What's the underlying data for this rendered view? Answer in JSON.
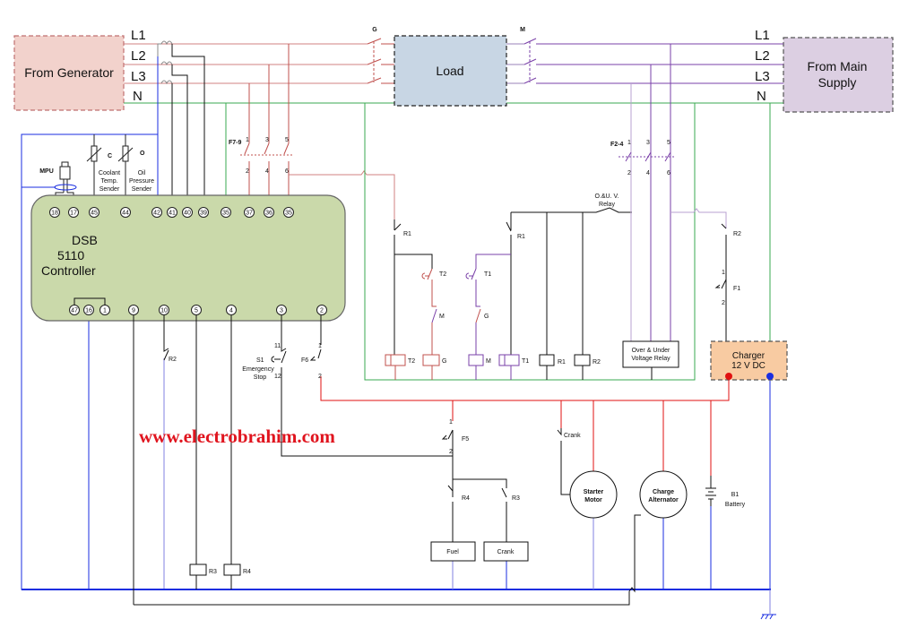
{
  "sources": {
    "generator": "From Generator",
    "main_line1": "From Main",
    "main_line2": "Supply",
    "load": "Load",
    "phases_left": [
      "L1",
      "L2",
      "L3",
      "N"
    ],
    "phases_right": [
      "L1",
      "L2",
      "L3",
      "N"
    ]
  },
  "contactors": {
    "generator": "G",
    "mains": "M"
  },
  "controller": {
    "line1": "DSB",
    "line2": "5110",
    "line3": "Controller",
    "top_terminals": [
      "18",
      "17",
      "45",
      "44",
      "42",
      "41",
      "40",
      "39",
      "35",
      "37",
      "36",
      "35"
    ],
    "bottom_terminals": [
      "47",
      "16",
      "1",
      "9",
      "10",
      "5",
      "4",
      "3",
      "2"
    ]
  },
  "sensors": {
    "mpu": "MPU",
    "coolant_symbol": "C",
    "coolant": [
      "Coolant",
      "Temp.",
      "Sender"
    ],
    "oil_symbol": "O",
    "oil": [
      "Oil",
      "Pressure",
      "Sender"
    ]
  },
  "fuses": {
    "f7_9": "F7-9",
    "f2_4": "F2-4",
    "pins_in": [
      "1",
      "3",
      "5"
    ],
    "pins_out": [
      "2",
      "4",
      "6"
    ],
    "f1": "F1",
    "f5": "F5",
    "f6": "F6",
    "pin1": "1",
    "pin2": "2"
  },
  "relay_logic": {
    "ouv_relay": [
      "O.&U. V.",
      "Relay"
    ],
    "contacts": [
      "R1",
      "T2",
      "M",
      "R1",
      "T1",
      "G",
      "R2"
    ],
    "coils": [
      "T2",
      "G",
      "M",
      "T1",
      "R1",
      "R2"
    ],
    "ouv_box": [
      "Over & Under",
      "Voltage Relay"
    ],
    "charger": [
      "Charger",
      "12 V DC"
    ]
  },
  "engine_control": {
    "r2_contact": "R2",
    "s1": "S1",
    "emergency": [
      "Emergency",
      "Stop"
    ],
    "s1_pins": [
      "11",
      "12"
    ],
    "r4_contact": "R4",
    "r3_contact": "R3",
    "fuel": "Fuel",
    "crank_box": "Crank",
    "r3_coil": "R3",
    "r4_coil": "R4",
    "crank_contact": "Crank",
    "starter": [
      "Starter",
      "Motor"
    ],
    "alternator": [
      "Charge",
      "Alternator"
    ],
    "battery": [
      "B1",
      "Battery"
    ]
  },
  "watermark": "www.electrobrahim.com",
  "colors": {
    "phase": "#c0504d",
    "mains_phase": "#7a40a8",
    "neutral": "#3aaa50",
    "negative": "#1a2ee0",
    "positive": "#e01010",
    "controller_fill": "#cad9aa",
    "load_fill": "#c8d6e4",
    "generator_fill": "#f2d2cc",
    "main_fill": "#dccfe2",
    "charger_fill": "#f8cba2"
  }
}
